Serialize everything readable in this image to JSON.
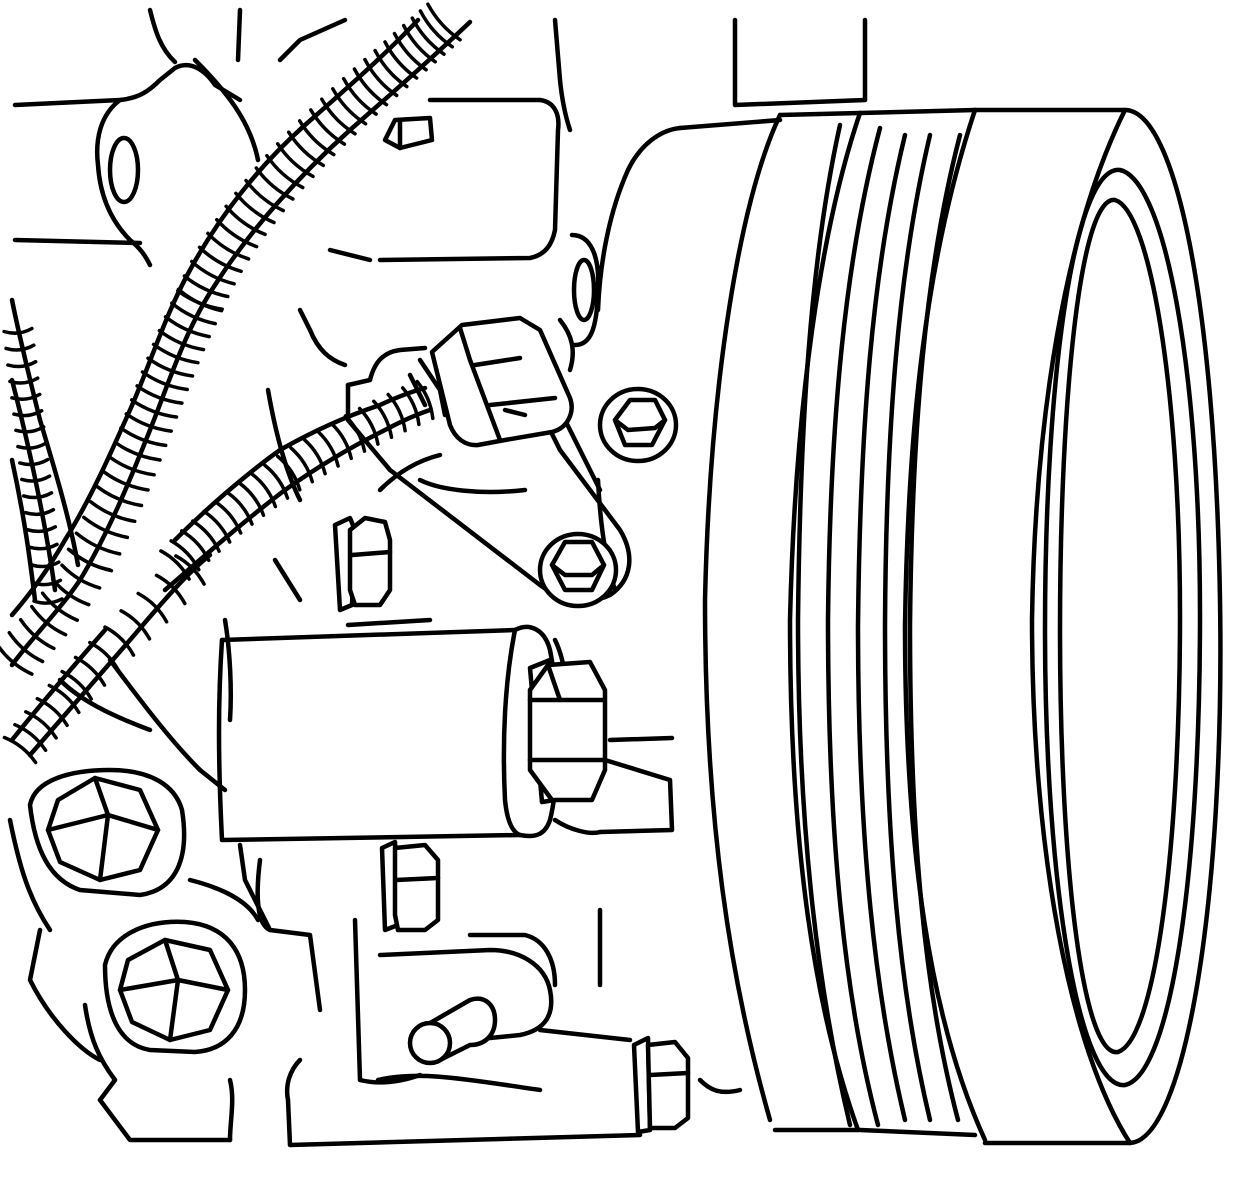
{
  "diagram": {
    "line_color": "#000000",
    "background_color": "#ffffff",
    "components": [
      "wiring-harness",
      "sensor-connector",
      "sensor-mount-bracket",
      "crankshaft-pulley",
      "engine-block-casting",
      "cylinder-boss",
      "hex-bolt",
      "coolant-pipe-fitting"
    ]
  }
}
